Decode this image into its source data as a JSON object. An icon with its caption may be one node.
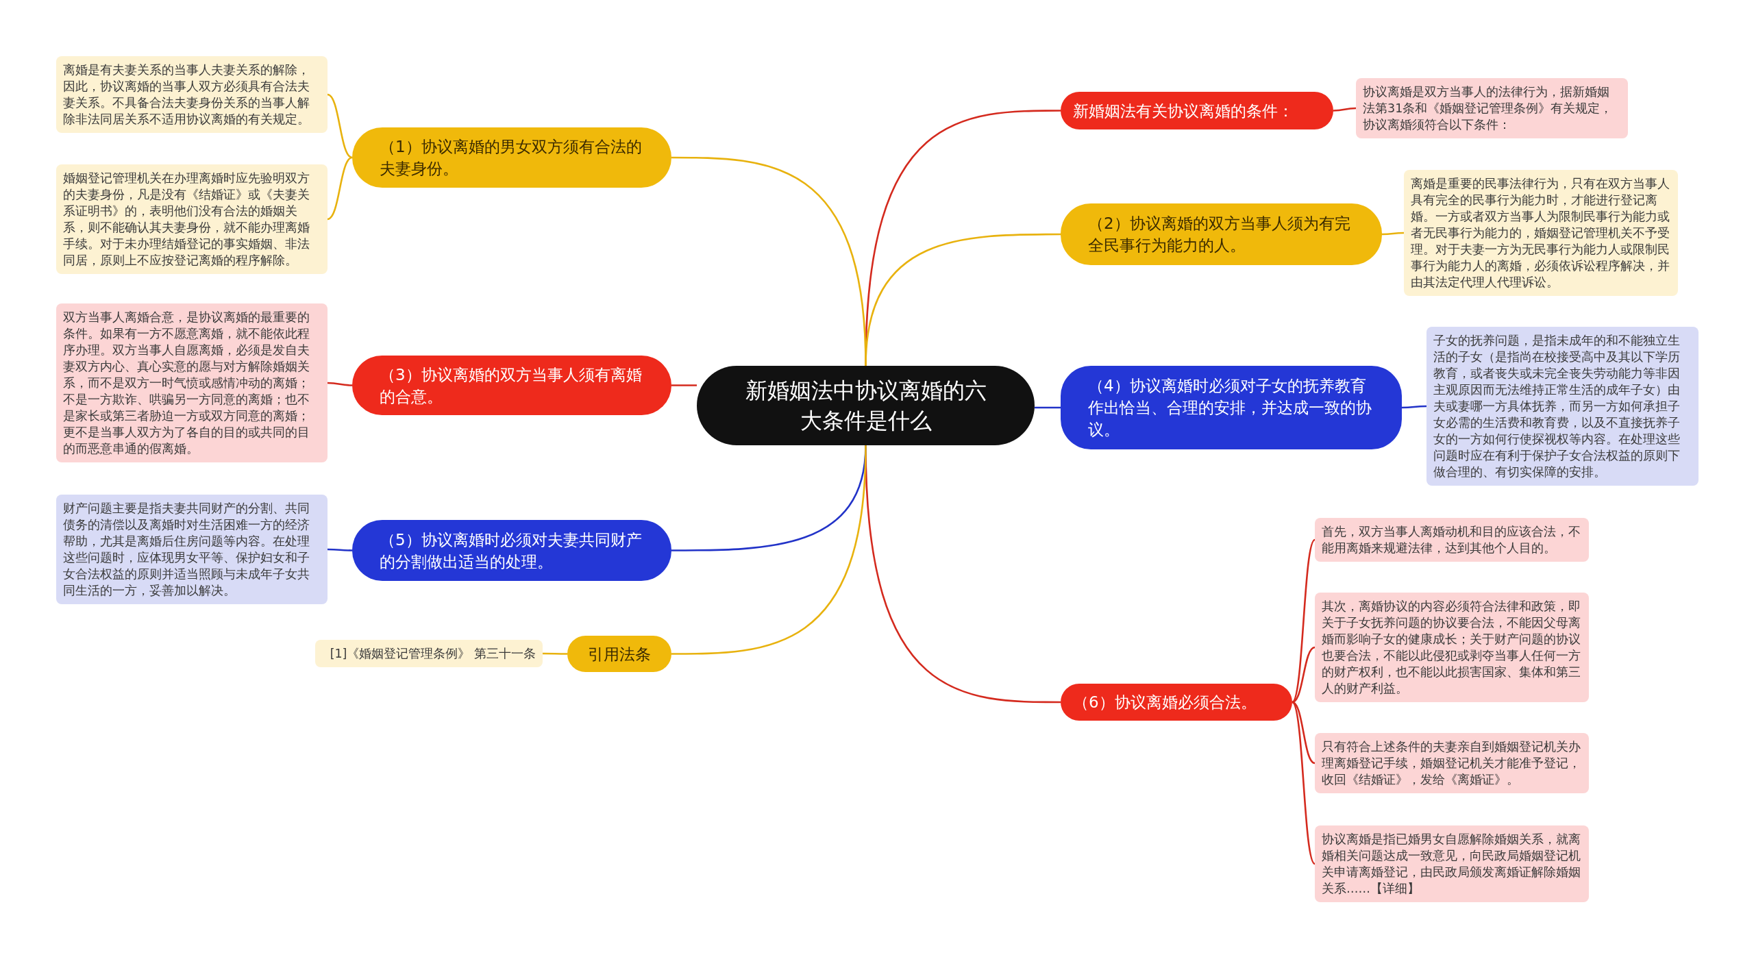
{
  "diagram": {
    "nodes": [
      {
        "text": [
          "新婚姻法中协议离婚的六大条件是什么"
        ]
      },
      {
        "text": [
          "新婚姻法有关协议离婚的条件："
        ]
      },
      {
        "text": [
          "协议离婚是双方当事人的法律行为，据新婚姻法第31条和《婚姻登记管理条例》有关规定，协议离婚须符合以下条件："
        ]
      },
      {
        "text": [
          "（2）协议离婚的双方当事人须为有完全民事行为能力的人。"
        ]
      },
      {
        "text": [
          "离婚是重要的民事法律行为，只有在双方当事人具有完全的民事行为能力时，才能进行登记离婚。一方或者双方当事人为限制民事行为能力或者无民事行为能力的，婚姻登记管理机关不予受理。对于夫妻一方为无民事行为能力人或限制民事行为能力人的离婚，必须依诉讼程序解决，并由其法定代理人代理诉讼。"
        ]
      },
      {
        "text": [
          "（4）协议离婚时必须对子女的抚养教育作出恰当、合理的安排，并达成一致的协议。"
        ]
      },
      {
        "text": [
          "子女的抚养问题，是指未成年的和不能独立生活的子女（是指尚在校接受高中及其以下学历教育，或者丧失或未完全丧失劳动能力等非因主观原因而无法维持正常生活的成年子女）由夫或妻哪一方具体抚养，而另一方如何承担子女必需的生活费和教育费，以及不直接抚养子女的一方如何行使探视权等内容。在处理这些问题时应在有利于保护子女合法权益的原则下做合理的、有切实保障的安排。"
        ]
      },
      {
        "text": [
          "（6）协议离婚必须合法。"
        ]
      },
      {
        "text": [
          "首先，双方当事人离婚动机和目的应该合法，不能用离婚来规避法律，达到其他个人目的。"
        ]
      },
      {
        "text": [
          "其次，离婚协议的内容必须符合法律和政策，即关于子女抚养问题的协议要合法，不能因父母离婚而影响子女的健康成长；关于财产问题的协议也要合法，不能以此侵犯或剥夺当事人任何一方的财产权利，也不能以此损害国家、集体和第三人的财产利益。"
        ]
      },
      {
        "text": [
          "只有符合上述条件的夫妻亲自到婚姻登记机关办理离婚登记手续，婚姻登记机关才能准予登记，收回《结婚证》，发给《离婚证》。"
        ]
      },
      {
        "text": [
          "协议离婚是指已婚男女自愿解除婚姻关系，就离婚相关问题达成一致意见，向民政局婚姻登记机关申请离婚登记，由民政局颁发离婚证解除婚姻关系……【详细】"
        ]
      },
      {
        "text": [
          "（1）协议离婚的男女双方须有合法的夫妻身份。"
        ]
      },
      {
        "text": [
          "离婚是有夫妻关系的当事人夫妻关系的解除，因此，协议离婚的当事人双方必须具有合法夫妻关系。不具备合法夫妻身份关系的当事人解除非法同居关系不适用协议离婚的有关规定。"
        ]
      },
      {
        "text": [
          "婚姻登记管理机关在办理离婚时应先验明双方的夫妻身份，凡是没有《结婚证》或《夫妻关系证明书》的，表明他们没有合法的婚姻关系，则不能确认其夫妻身份，就不能办理离婚手续。对于未办理结婚登记的事实婚姻、非法同居，原则上不应按登记离婚的程序解除。"
        ]
      },
      {
        "text": [
          "（3）协议离婚的双方当事人须有离婚的合意。"
        ]
      },
      {
        "text": [
          "双方当事人离婚合意，是协议离婚的最重要的条件。如果有一方不愿意离婚，就不能依此程序办理。双方当事人自愿离婚，必须是发自夫妻双方内心、真心实意的愿与对方解除婚姻关系，而不是双方一时气愤或感情冲动的离婚；不是一方欺诈、哄骗另一方同意的离婚；也不是家长或第三者胁迫一方或双方同意的离婚；更不是当事人双方为了各自的目的或共同的目的而恶意串通的假离婚。"
        ]
      },
      {
        "text": [
          "（5）协议离婚时必须对夫妻共同财产的分割做出适当的处理。"
        ]
      },
      {
        "text": [
          "财产问题主要是指夫妻共同财产的分割、共同债务的清偿以及离婚时对生活困难一方的经济帮助，尤其是离婚后住房问题等内容。在处理这些问题时，应体现男女平等、保护妇女和子女合法权益的原则并适当照顾与未成年子女共同生活的一方，妥善加以解决。"
        ]
      },
      {
        "text": [
          "引用法条"
        ]
      },
      {
        "text": [
          "[1]《婚姻登记管理条例》 第三十一条"
        ]
      }
    ],
    "edges": [
      {
        "from": 0,
        "to": 1,
        "arrow": "none",
        "color": "#d42a1e"
      },
      {
        "from": 1,
        "to": 2,
        "arrow": "none",
        "color": "#d42a1e"
      },
      {
        "from": 0,
        "to": 3,
        "arrow": "none",
        "color": "#e8b20e"
      },
      {
        "from": 3,
        "to": 4,
        "arrow": "none",
        "color": "#e8b20e"
      },
      {
        "from": 0,
        "to": 5,
        "arrow": "none",
        "color": "#2233c8"
      },
      {
        "from": 5,
        "to": 6,
        "arrow": "none",
        "color": "#2233c8"
      },
      {
        "from": 0,
        "to": 7,
        "arrow": "none",
        "color": "#d42a1e"
      },
      {
        "from": 7,
        "to": 8,
        "arrow": "none",
        "color": "#d42a1e"
      },
      {
        "from": 7,
        "to": 9,
        "arrow": "none",
        "color": "#d42a1e"
      },
      {
        "from": 7,
        "to": 10,
        "arrow": "none",
        "color": "#d42a1e"
      },
      {
        "from": 7,
        "to": 11,
        "arrow": "none",
        "color": "#d42a1e"
      },
      {
        "from": 0,
        "to": 12,
        "arrow": "none",
        "color": "#e8b20e"
      },
      {
        "from": 12,
        "to": 13,
        "arrow": "none",
        "color": "#e8b20e"
      },
      {
        "from": 12,
        "to": 14,
        "arrow": "none",
        "color": "#e8b20e"
      },
      {
        "from": 0,
        "to": 15,
        "arrow": "none",
        "color": "#d42a1e"
      },
      {
        "from": 15,
        "to": 16,
        "arrow": "none",
        "color": "#d42a1e"
      },
      {
        "from": 0,
        "to": 17,
        "arrow": "none",
        "color": "#2233c8"
      },
      {
        "from": 17,
        "to": 18,
        "arrow": "none",
        "color": "#2233c8"
      },
      {
        "from": 0,
        "to": 19,
        "arrow": "none",
        "color": "#e8b20e"
      },
      {
        "from": 19,
        "to": 20,
        "arrow": "none",
        "color": "#e8b20e"
      }
    ]
  }
}
